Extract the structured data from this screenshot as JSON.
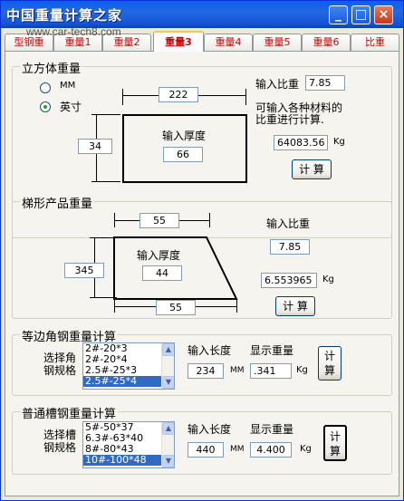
{
  "window": {
    "title": "中国重量计算之家",
    "watermark": "www.car-tech8.com",
    "minimize": "_",
    "maximize": "□",
    "close": "×"
  },
  "tabs": [
    "型钢重",
    "重量1",
    "重量2",
    "重量3",
    "重量4",
    "重量5",
    "重量6",
    "比重"
  ],
  "cube": {
    "title": "立方体重量",
    "unit_mm": "MM",
    "unit_inch": "英寸",
    "width": "222",
    "height": "34",
    "thickness_label": "输入厚度",
    "thickness": "66",
    "density_label": "输入比重",
    "density": "7.85",
    "hint_line1": "可输入各种材料的",
    "hint_line2": "比重进行计算.",
    "result": "64083.56",
    "result_unit": "Kg",
    "calc": "计 算"
  },
  "trapezoid": {
    "title": "梯形产品重量",
    "top_width": "55",
    "height": "345",
    "thickness_label": "输入厚度",
    "thickness": "44",
    "bottom_width": "55",
    "density_label": "输入比重",
    "density": "7.85",
    "result": "6.553965",
    "result_unit": "Kg",
    "calc": "计 算"
  },
  "angle": {
    "title": "等边角钢重量计算",
    "select_line1": "选择角",
    "select_line2": "钢规格",
    "options": [
      "2#-20*3",
      "2#-20*4",
      "2.5#-25*3",
      "2.5#-25*4"
    ],
    "selected": 3,
    "length_label": "输入长度",
    "weight_label": "显示重量",
    "length": "234",
    "length_unit": "MM",
    "weight": ".341",
    "weight_unit": "Kg",
    "calc_line1": "计",
    "calc_line2": "算"
  },
  "channel": {
    "title": "普通槽钢重量计算",
    "select_line1": "选择槽",
    "select_line2": "钢规格",
    "options": [
      "5#-50*37",
      "6.3#-63*40",
      "8#-80*43",
      "10#-100*48"
    ],
    "selected": 3,
    "length_label": "输入长度",
    "weight_label": "显示重量",
    "length": "440",
    "length_unit": "MM",
    "weight": "4.400",
    "weight_unit": "Kg",
    "calc_line1": "计",
    "calc_line2": "算"
  }
}
